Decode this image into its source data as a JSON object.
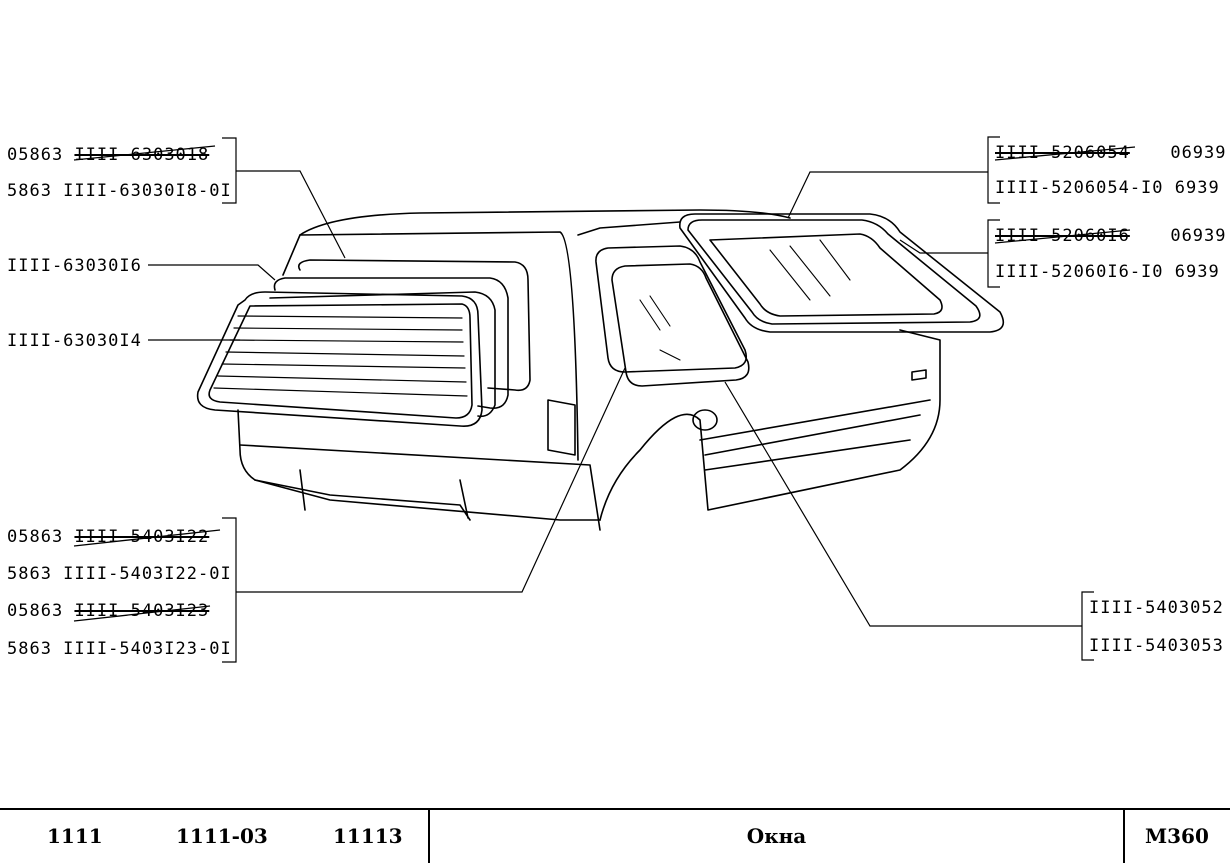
{
  "labels": {
    "tl1_prefix": "05863",
    "tl1_part": "IIII-6303018",
    "tl2": "5863 IIII-63030I8-0I",
    "l3": "IIII-63030I6",
    "l4": "IIII-63030I4",
    "bl1_prefix": "05863",
    "bl1_part": "IIII-5403I22",
    "bl2": "5863 IIII-5403I22-0I",
    "bl3_prefix": "05863",
    "bl3_part": "IIII-5403I23",
    "bl4": "5863 IIII-5403I23-0I",
    "tr1_part": "IIII-5206054",
    "tr1_code": "06939",
    "tr2": "IIII-5206054-I0 6939",
    "tr3_part": "IIII-52060I6",
    "tr3_code": "06939",
    "tr4": "IIII-52060I6-I0 6939",
    "br1": "IIII-5403052",
    "br2": "IIII-5403053"
  },
  "footer": {
    "model1": "1111",
    "model2": "1111-03",
    "model3": "11113",
    "title": "Окна",
    "code": "M360"
  }
}
